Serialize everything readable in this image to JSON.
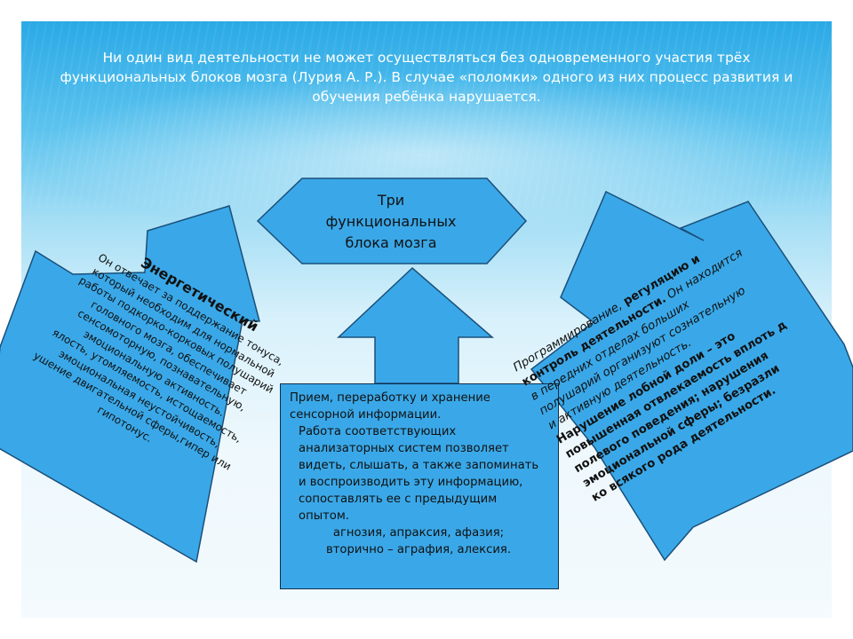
{
  "header": {
    "text": "Ни один вид деятельности не может осуществляться без одновременного участия трёх функциональных блоков мозга (Лурия А. Р.). В случае «поломки» одного из них процесс развития и обучения ребёнка нарушается."
  },
  "center_title": {
    "line1": "Три",
    "line2": "функциональных",
    "line3": "блока мозга"
  },
  "left_block": {
    "heading": "Энергетический",
    "lines": [
      "Он отвечает за поддержание тонуса,",
      "который необходим для нормальной",
      "работы подкорко-корковых полушарий",
      "головного мозга, обеспечивает",
      "сенсомоторную, познавательную,",
      "эмоциональную активность.",
      "ялость, утомляемость, истощаемость,",
      "эмоциональная неустойчивость,",
      "ушение двигательной сферы,гипер или",
      "гипотонус."
    ]
  },
  "center_block": {
    "p1": "Прием, переработку и хранение сенсорной информации.",
    "p2": "Работа соответствующих анализаторных систем позволяет видеть, слышать, а также запоминать и воспроизводить эту информацию, сопоставлять ее с предыдущим опытом.",
    "p3": "агнозия, апраксия, афазия;",
    "p4": "вторично – аграфия, алексия."
  },
  "right_block": {
    "line1_italic": "Программирование,",
    "line1_bold": " регуляцию и",
    "line2_bold": "контроль деятельности.",
    "line2_italic": " Он находится",
    "line3": "в передних отделах больших",
    "line4": "полушарий организуют сознательную",
    "line5": "и активную деятельность.",
    "line6": "Нарушение лобной доли – это",
    "line7": "повышенная отвлекаемость вплоть д",
    "line8": "полевого поведения; нарушения",
    "line9": "эмоциональной сферы; безразли",
    "line10": "ко всякого рода деятельности."
  }
}
